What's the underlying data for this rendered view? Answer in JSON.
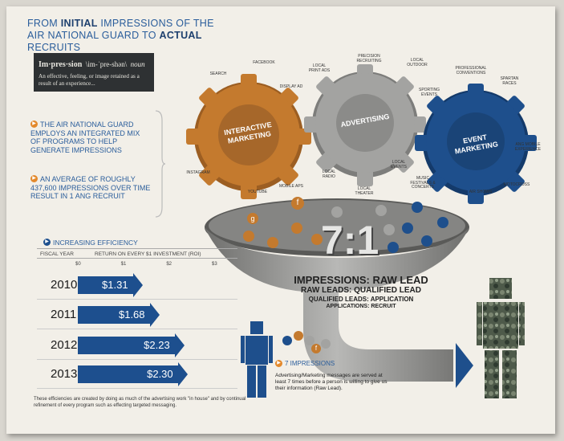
{
  "header": {
    "title_1": "FROM ",
    "title_bold_1": "INITIAL",
    "title_2": " IMPRESSIONS OF THE",
    "title_3": "AIR NATIONAL GUARD TO ",
    "title_bold_2": "ACTUAL",
    "title_4": " RECRUITS"
  },
  "definition": {
    "word": "Im·pres·sion",
    "pronunciation": "\\im-ˈpre-shən\\",
    "pos": "noun",
    "text": "An effective, feeling, or image retained as a result of an experience..."
  },
  "facts": [
    {
      "text": "THE AIR NATIONAL GUARD EMPLOYS AN INTEGRATED MIX OF PROGRAMS TO HELP GENERATE IMPRESSIONS"
    },
    {
      "text": "AN AVERAGE OF ROUGHLY 437,600 IMPRESSIONS OVER TIME RESULT IN 1 ANG RECRUIT"
    }
  ],
  "gears": {
    "interactive": {
      "title_1": "INTERACTIVE",
      "title_2": "MARKETING",
      "color": "#c47a2e",
      "labels": [
        "SEARCH",
        "FACEBOOK",
        "DISPLAY AD",
        "MOBILE APS",
        "YOUTUBE",
        "INSTAGRAM"
      ]
    },
    "advertising": {
      "title": "ADVERTISING",
      "color": "#9a9a98",
      "labels": [
        "LOCAL PRINT ADS",
        "PRECISION RECRUITING",
        "LOCAL OUTDOOR",
        "LOCAL EVENTS",
        "LOCAL THEATER",
        "LOCAL RADIO"
      ]
    },
    "event": {
      "title_1": "EVENT",
      "title_2": "MARKETING",
      "color": "#1e4f8c",
      "labels": [
        "PROFESSIONAL CONVENTIONS",
        "SPARTAN RACES",
        "ANG MOBILE EXPERIENCE",
        "MOTOCROSS",
        "AIR SHOWS",
        "MUSIC FESTIVALS & CONCERTS",
        "SPORTING EVENTS"
      ]
    }
  },
  "efficiency": {
    "heading": "INCREASING EFFICIENCY",
    "col_fiscal": "FISCAL YEAR",
    "col_return": "RETURN ON EVERY $1 INVESTMENT (ROI)",
    "ticks": [
      "$0",
      "$1",
      "$2",
      "$3"
    ],
    "footnote": "These efficiencies are created by doing as much of the advertising work \"in house\" and by continual refinement of every program such as effecting targeted messaging."
  },
  "chart_data": {
    "type": "bar",
    "title": "INCREASING EFFICIENCY",
    "xlabel": "RETURN ON EVERY $1 INVESTMENT (ROI)",
    "ylabel": "FISCAL YEAR",
    "categories": [
      "2010",
      "2011",
      "2012",
      "2013"
    ],
    "values": [
      1.31,
      1.68,
      2.23,
      2.3
    ],
    "value_labels": [
      "$1.31",
      "$1.68",
      "$2.23",
      "$2.30"
    ],
    "xlim": [
      0,
      3
    ],
    "orientation": "horizontal",
    "color": "#1d4f8e"
  },
  "funnel": {
    "ratio": "7:1",
    "line1": "IMPRESSIONS: RAW LEAD",
    "line2": "RAW LEADS: QUALIFIED LEAD",
    "line3": "QUALIFIED LEADS: APPLICATION",
    "line4": "APPLICATIONS: RECRUIT"
  },
  "impressions": {
    "label": "7 IMPRESSIONS",
    "note": "Advertising/Marketing messages are served at least 7 times before a person is willing to give us their information (Raw Lead)."
  }
}
